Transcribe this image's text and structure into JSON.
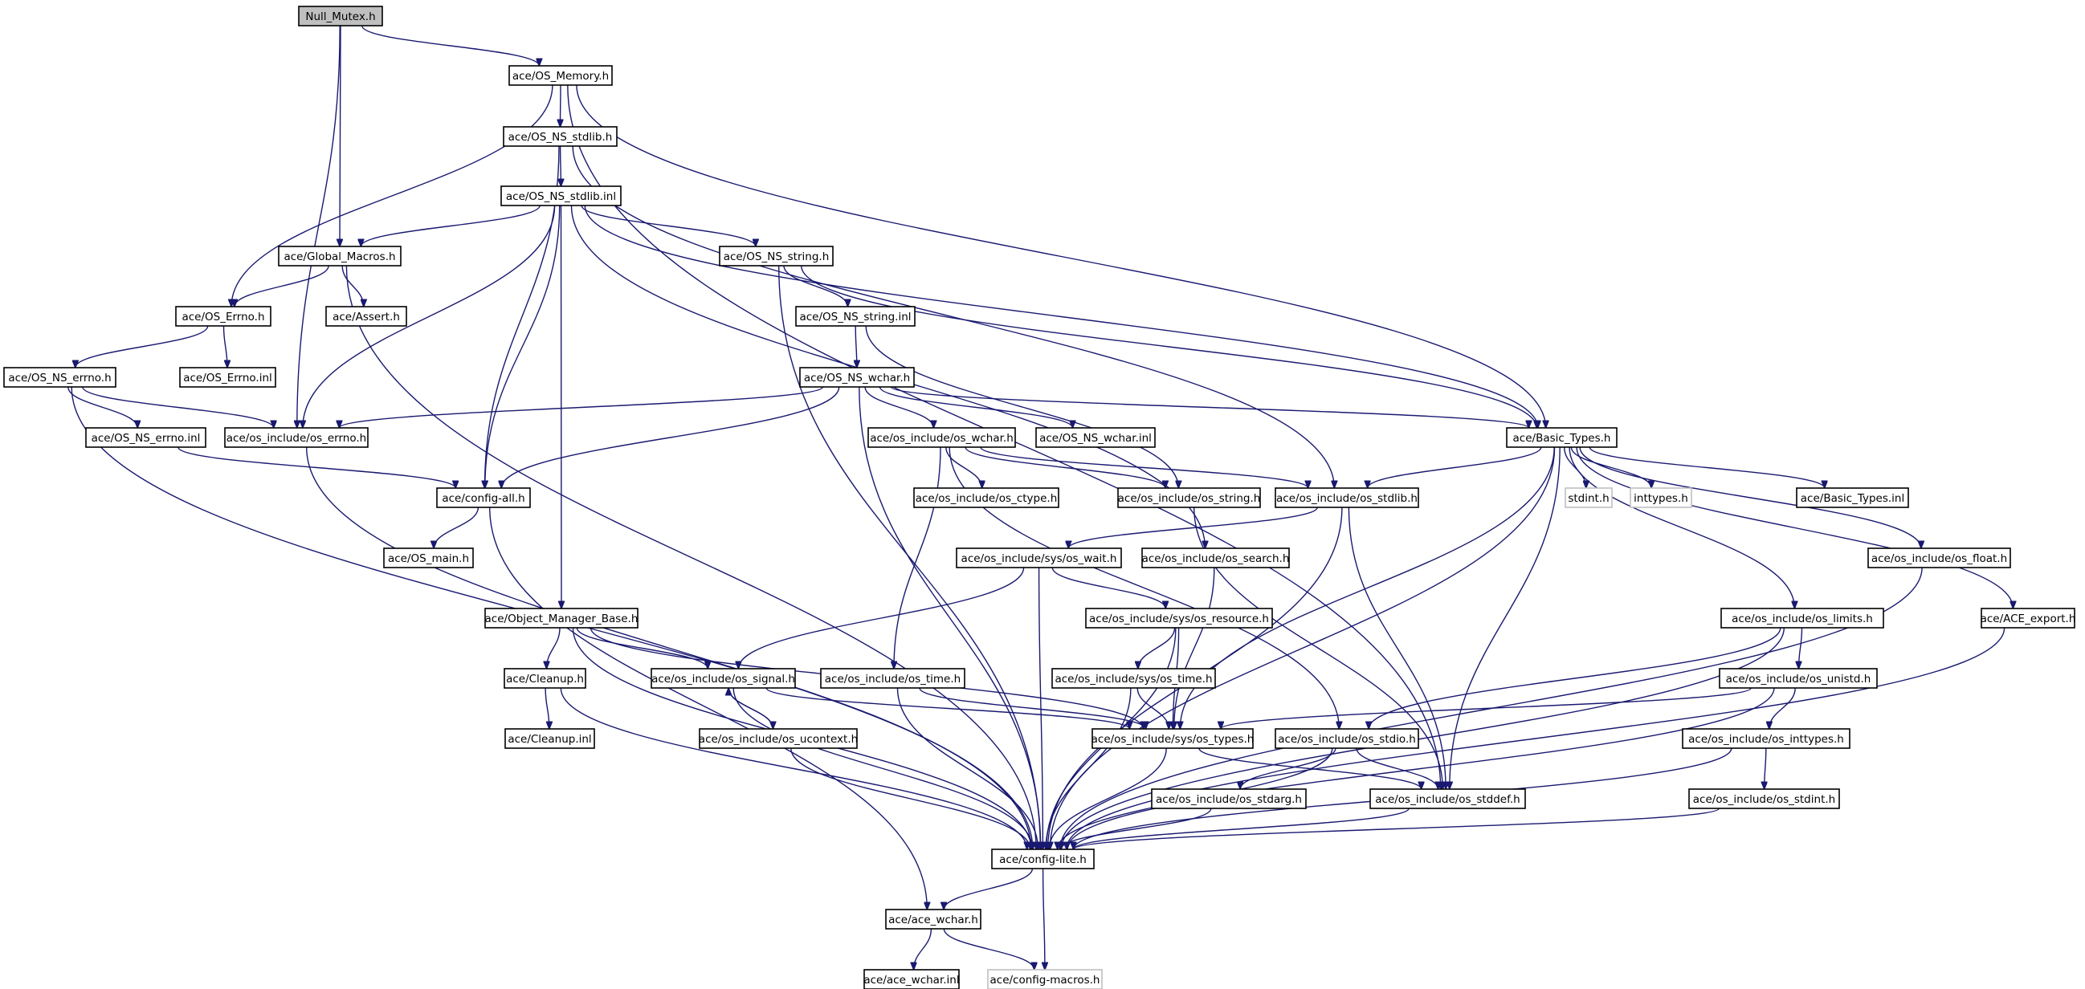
{
  "graph": {
    "title": "Null_Mutex.h include dependency graph",
    "colors": {
      "edge": "#191970",
      "node_border": "#000000",
      "root_fill": "#bfbfbf",
      "external_border": "#bfbfbf",
      "background": "#ffffff"
    },
    "nodes": [
      {
        "id": "null_mutex",
        "label": "Null_Mutex.h",
        "kind": "root"
      },
      {
        "id": "os_memory",
        "label": "ace/OS_Memory.h"
      },
      {
        "id": "os_ns_stdlib_h",
        "label": "ace/OS_NS_stdlib.h"
      },
      {
        "id": "os_ns_stdlib_inl",
        "label": "ace/OS_NS_stdlib.inl"
      },
      {
        "id": "global_macros",
        "label": "ace/Global_Macros.h"
      },
      {
        "id": "os_ns_string_h",
        "label": "ace/OS_NS_string.h"
      },
      {
        "id": "os_errno_h",
        "label": "ace/OS_Errno.h"
      },
      {
        "id": "assert_h",
        "label": "ace/Assert.h"
      },
      {
        "id": "os_ns_string_inl",
        "label": "ace/OS_NS_string.inl"
      },
      {
        "id": "os_errno_inl",
        "label": "ace/OS_Errno.inl"
      },
      {
        "id": "os_ns_errno_h",
        "label": "ace/OS_NS_errno.h"
      },
      {
        "id": "os_ns_wchar_h",
        "label": "ace/OS_NS_wchar.h"
      },
      {
        "id": "os_ns_errno_inl",
        "label": "ace/OS_NS_errno.inl"
      },
      {
        "id": "osi_errno",
        "label": "ace/os_include/os_errno.h"
      },
      {
        "id": "osi_wchar",
        "label": "ace/os_include/os_wchar.h"
      },
      {
        "id": "os_ns_wchar_inl",
        "label": "ace/OS_NS_wchar.inl"
      },
      {
        "id": "basic_types_h",
        "label": "ace/Basic_Types.h"
      },
      {
        "id": "config_all",
        "label": "ace/config-all.h"
      },
      {
        "id": "osi_ctype",
        "label": "ace/os_include/os_ctype.h"
      },
      {
        "id": "osi_string",
        "label": "ace/os_include/os_string.h"
      },
      {
        "id": "osi_stdlib",
        "label": "ace/os_include/os_stdlib.h"
      },
      {
        "id": "stdint_h",
        "label": "stdint.h",
        "kind": "external"
      },
      {
        "id": "inttypes_h",
        "label": "inttypes.h",
        "kind": "external"
      },
      {
        "id": "basic_types_inl",
        "label": "ace/Basic_Types.inl"
      },
      {
        "id": "os_main",
        "label": "ace/OS_main.h"
      },
      {
        "id": "osi_sys_wait",
        "label": "ace/os_include/sys/os_wait.h"
      },
      {
        "id": "osi_search",
        "label": "ace/os_include/os_search.h"
      },
      {
        "id": "osi_float",
        "label": "ace/os_include/os_float.h"
      },
      {
        "id": "obj_mgr_base",
        "label": "ace/Object_Manager_Base.h"
      },
      {
        "id": "osi_sys_resource",
        "label": "ace/os_include/sys/os_resource.h"
      },
      {
        "id": "osi_limits",
        "label": "ace/os_include/os_limits.h"
      },
      {
        "id": "ace_export",
        "label": "ace/ACE_export.h"
      },
      {
        "id": "cleanup_h",
        "label": "ace/Cleanup.h"
      },
      {
        "id": "osi_signal",
        "label": "ace/os_include/os_signal.h"
      },
      {
        "id": "osi_time",
        "label": "ace/os_include/os_time.h"
      },
      {
        "id": "osi_sys_time",
        "label": "ace/os_include/sys/os_time.h"
      },
      {
        "id": "osi_unistd",
        "label": "ace/os_include/os_unistd.h"
      },
      {
        "id": "cleanup_inl",
        "label": "ace/Cleanup.inl"
      },
      {
        "id": "osi_ucontext",
        "label": "ace/os_include/os_ucontext.h"
      },
      {
        "id": "osi_sys_types",
        "label": "ace/os_include/sys/os_types.h"
      },
      {
        "id": "osi_stdio",
        "label": "ace/os_include/os_stdio.h"
      },
      {
        "id": "osi_inttypes",
        "label": "ace/os_include/os_inttypes.h"
      },
      {
        "id": "osi_stdarg",
        "label": "ace/os_include/os_stdarg.h"
      },
      {
        "id": "osi_stddef",
        "label": "ace/os_include/os_stddef.h"
      },
      {
        "id": "osi_stdint",
        "label": "ace/os_include/os_stdint.h"
      },
      {
        "id": "config_lite",
        "label": "ace/config-lite.h"
      },
      {
        "id": "ace_wchar_h",
        "label": "ace/ace_wchar.h"
      },
      {
        "id": "ace_wchar_inl",
        "label": "ace/ace_wchar.inl"
      },
      {
        "id": "config_macros",
        "label": "ace/config-macros.h",
        "kind": "external"
      }
    ],
    "edges": [
      [
        "null_mutex",
        "os_memory"
      ],
      [
        "null_mutex",
        "global_macros"
      ],
      [
        "null_mutex",
        "osi_errno"
      ],
      [
        "os_memory",
        "os_ns_stdlib_h"
      ],
      [
        "os_memory",
        "os_errno_h"
      ],
      [
        "os_memory",
        "basic_types_h"
      ],
      [
        "os_memory",
        "osi_stddef"
      ],
      [
        "os_ns_stdlib_h",
        "os_ns_stdlib_inl"
      ],
      [
        "os_ns_stdlib_h",
        "config_all"
      ],
      [
        "os_ns_stdlib_h",
        "osi_stdlib"
      ],
      [
        "os_ns_stdlib_inl",
        "global_macros"
      ],
      [
        "os_ns_stdlib_inl",
        "os_ns_string_h"
      ],
      [
        "os_ns_stdlib_inl",
        "basic_types_h"
      ],
      [
        "os_ns_stdlib_inl",
        "osi_errno"
      ],
      [
        "os_ns_stdlib_inl",
        "config_all"
      ],
      [
        "os_ns_stdlib_inl",
        "obj_mgr_base"
      ],
      [
        "os_ns_stdlib_inl",
        "osi_search"
      ],
      [
        "global_macros",
        "os_errno_h"
      ],
      [
        "global_macros",
        "assert_h"
      ],
      [
        "global_macros",
        "config_lite"
      ],
      [
        "os_errno_h",
        "os_errno_inl"
      ],
      [
        "os_errno_h",
        "os_ns_errno_h"
      ],
      [
        "os_ns_errno_h",
        "os_ns_errno_inl"
      ],
      [
        "os_ns_errno_h",
        "osi_errno"
      ],
      [
        "os_ns_errno_h",
        "config_lite"
      ],
      [
        "os_ns_errno_inl",
        "config_all"
      ],
      [
        "os_ns_string_h",
        "os_ns_string_inl"
      ],
      [
        "os_ns_string_h",
        "basic_types_h"
      ],
      [
        "os_ns_string_h",
        "config_lite"
      ],
      [
        "os_ns_string_inl",
        "os_ns_wchar_h"
      ],
      [
        "os_ns_string_inl",
        "osi_string"
      ],
      [
        "os_ns_wchar_h",
        "osi_wchar"
      ],
      [
        "os_ns_wchar_h",
        "os_ns_wchar_inl"
      ],
      [
        "os_ns_wchar_h",
        "basic_types_h"
      ],
      [
        "os_ns_wchar_h",
        "osi_errno"
      ],
      [
        "os_ns_wchar_h",
        "config_all"
      ],
      [
        "os_ns_wchar_h",
        "config_lite"
      ],
      [
        "osi_wchar",
        "osi_ctype"
      ],
      [
        "osi_wchar",
        "osi_string"
      ],
      [
        "osi_wchar",
        "osi_stdlib"
      ],
      [
        "osi_wchar",
        "osi_time"
      ],
      [
        "osi_wchar",
        "osi_stdio"
      ],
      [
        "osi_errno",
        "config_lite"
      ],
      [
        "config_all",
        "os_main"
      ],
      [
        "config_all",
        "ace_wchar_h"
      ],
      [
        "basic_types_h",
        "osi_stdlib"
      ],
      [
        "basic_types_h",
        "stdint_h"
      ],
      [
        "basic_types_h",
        "inttypes_h"
      ],
      [
        "basic_types_h",
        "basic_types_inl"
      ],
      [
        "basic_types_h",
        "osi_float"
      ],
      [
        "basic_types_h",
        "ace_export"
      ],
      [
        "basic_types_h",
        "osi_limits"
      ],
      [
        "basic_types_h",
        "osi_sys_types"
      ],
      [
        "basic_types_h",
        "osi_stddef"
      ],
      [
        "basic_types_h",
        "config_lite"
      ],
      [
        "osi_string",
        "osi_stddef"
      ],
      [
        "osi_stdlib",
        "osi_sys_wait"
      ],
      [
        "osi_stdlib",
        "osi_stddef"
      ],
      [
        "osi_stdlib",
        "config_lite"
      ],
      [
        "osi_sys_wait",
        "osi_sys_resource"
      ],
      [
        "osi_sys_wait",
        "osi_signal"
      ],
      [
        "osi_sys_wait",
        "config_lite"
      ],
      [
        "osi_search",
        "osi_sys_types"
      ],
      [
        "osi_float",
        "config_lite"
      ],
      [
        "ace_export",
        "config_lite"
      ],
      [
        "obj_mgr_base",
        "cleanup_h"
      ],
      [
        "obj_mgr_base",
        "osi_signal"
      ],
      [
        "obj_mgr_base",
        "osi_sys_types"
      ],
      [
        "obj_mgr_base",
        "config_lite"
      ],
      [
        "cleanup_h",
        "cleanup_inl"
      ],
      [
        "cleanup_h",
        "config_lite"
      ],
      [
        "osi_signal",
        "osi_ucontext"
      ],
      [
        "osi_signal",
        "osi_sys_types"
      ],
      [
        "osi_signal",
        "config_lite"
      ],
      [
        "osi_ucontext",
        "osi_signal"
      ],
      [
        "osi_ucontext",
        "config_lite"
      ],
      [
        "osi_time",
        "osi_sys_types"
      ],
      [
        "osi_time",
        "config_lite"
      ],
      [
        "osi_sys_resource",
        "osi_sys_time"
      ],
      [
        "osi_sys_resource",
        "osi_sys_types"
      ],
      [
        "osi_sys_resource",
        "config_lite"
      ],
      [
        "osi_sys_time",
        "osi_sys_types"
      ],
      [
        "osi_sys_time",
        "config_lite"
      ],
      [
        "osi_limits",
        "osi_unistd"
      ],
      [
        "osi_limits",
        "osi_stdio"
      ],
      [
        "osi_limits",
        "config_lite"
      ],
      [
        "osi_unistd",
        "osi_inttypes"
      ],
      [
        "osi_unistd",
        "osi_sys_types"
      ],
      [
        "osi_unistd",
        "config_lite"
      ],
      [
        "osi_inttypes",
        "osi_stdint"
      ],
      [
        "osi_inttypes",
        "config_lite"
      ],
      [
        "osi_stdint",
        "config_lite"
      ],
      [
        "osi_sys_types",
        "osi_stddef"
      ],
      [
        "osi_sys_types",
        "config_lite"
      ],
      [
        "osi_stdio",
        "osi_stdarg"
      ],
      [
        "osi_stdio",
        "osi_stddef"
      ],
      [
        "osi_stdio",
        "config_lite"
      ],
      [
        "osi_stdarg",
        "config_lite"
      ],
      [
        "osi_stddef",
        "config_lite"
      ],
      [
        "config_lite",
        "ace_wchar_h"
      ],
      [
        "config_lite",
        "config_macros"
      ],
      [
        "ace_wchar_h",
        "ace_wchar_inl"
      ],
      [
        "ace_wchar_h",
        "config_macros"
      ]
    ]
  }
}
